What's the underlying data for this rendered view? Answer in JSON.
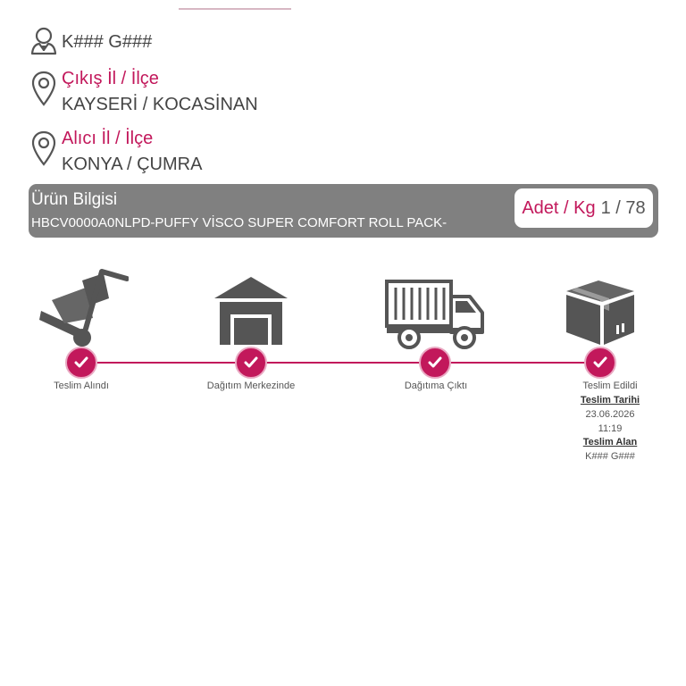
{
  "recipient": {
    "name": "K### G###"
  },
  "origin": {
    "label": "Çıkış İl / İlçe",
    "value": "KAYSERİ / KOCASİNAN"
  },
  "destination": {
    "label": "Alıcı İl / İlçe",
    "value": "KONYA / ÇUMRA"
  },
  "product": {
    "title": "Ürün Bilgisi",
    "code": "HBCV0000A0NLPD-PUFFY VİSCO SUPER COMFORT ROLL PACK-",
    "qty_label": "Adet / Kg",
    "qty_value": "1 / 78"
  },
  "steps": [
    {
      "label": "Teslim Alındı",
      "icon": "hand-truck-icon"
    },
    {
      "label": "Dağıtım Merkezinde",
      "icon": "warehouse-icon"
    },
    {
      "label": "Dağıtıma Çıktı",
      "icon": "delivery-truck-icon"
    },
    {
      "label": "Teslim Edildi",
      "icon": "package-box-icon"
    }
  ],
  "delivery": {
    "date_label": "Teslim Tarihi",
    "date": "23.06.2026",
    "time": "11:19",
    "receiver_label": "Teslim Alan",
    "receiver": "K### G###"
  },
  "colors": {
    "accent": "#c2185b",
    "bar": "#808080",
    "icon": "#555555"
  }
}
